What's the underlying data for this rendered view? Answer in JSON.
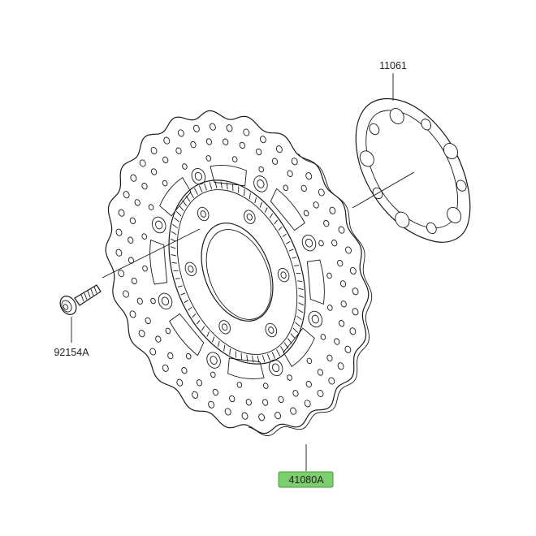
{
  "parts": [
    {
      "id": "gasket",
      "number": "11061",
      "highlighted": false
    },
    {
      "id": "bolt",
      "number": "92154A",
      "highlighted": false
    },
    {
      "id": "disc",
      "number": "41080A",
      "highlighted": true
    }
  ],
  "colors": {
    "line": "#1a1a1a",
    "highlight_fill": "#7ccf6c",
    "highlight_border": "#4a9a3e",
    "background": "#ffffff"
  }
}
